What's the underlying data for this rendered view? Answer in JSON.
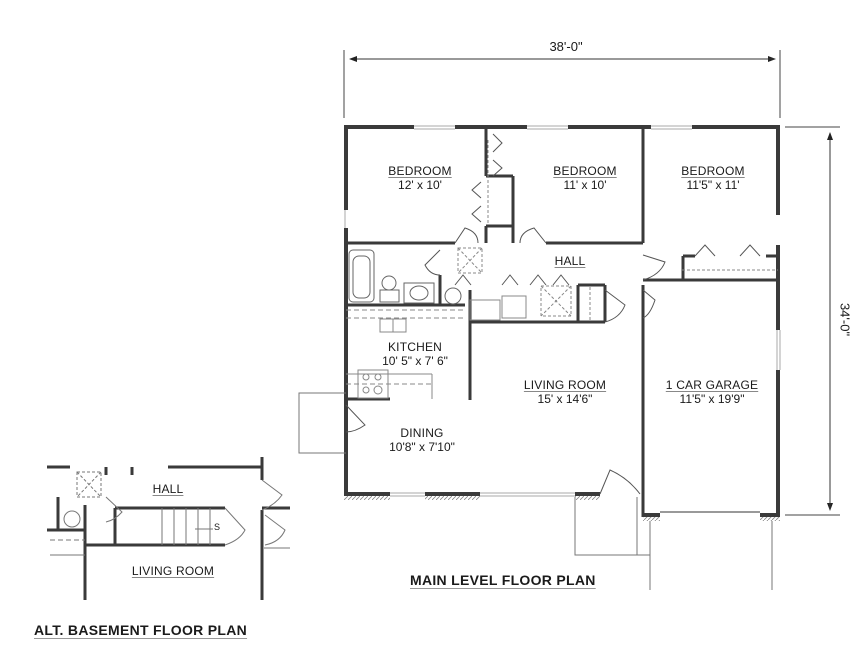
{
  "main_plan": {
    "title": "MAIN LEVEL FLOOR PLAN",
    "overall_width": "38'-0\"",
    "overall_depth": "34'-0\"",
    "rooms": [
      {
        "id": "bedroom-1",
        "name": "BEDROOM",
        "size": "12' x 10'"
      },
      {
        "id": "bedroom-2",
        "name": "BEDROOM",
        "size": "11' x 10'"
      },
      {
        "id": "bedroom-3",
        "name": "BEDROOM",
        "size": "11'5\" x 11'"
      },
      {
        "id": "hall",
        "name": "HALL",
        "size": ""
      },
      {
        "id": "kitchen",
        "name": "KITCHEN",
        "size": "10' 5\" x 7' 6\""
      },
      {
        "id": "living-room",
        "name": "LIVING ROOM",
        "size": "15' x 14'6\""
      },
      {
        "id": "dining",
        "name": "DINING",
        "size": "10'8\" x 7'10\""
      },
      {
        "id": "garage",
        "name": "1 CAR GARAGE",
        "size": "11'5\" x 19'9\""
      }
    ]
  },
  "basement_plan": {
    "title": "ALT. BASEMENT FLOOR PLAN",
    "rooms": [
      {
        "id": "hall",
        "name": "HALL"
      },
      {
        "id": "living-room",
        "name": "LIVING ROOM"
      }
    ],
    "stair_marker": "S"
  },
  "colors": {
    "wall": "#3a3a3a",
    "thin_line": "#7a7a7a",
    "dashed": "#8a8a8a",
    "background": "#ffffff"
  }
}
